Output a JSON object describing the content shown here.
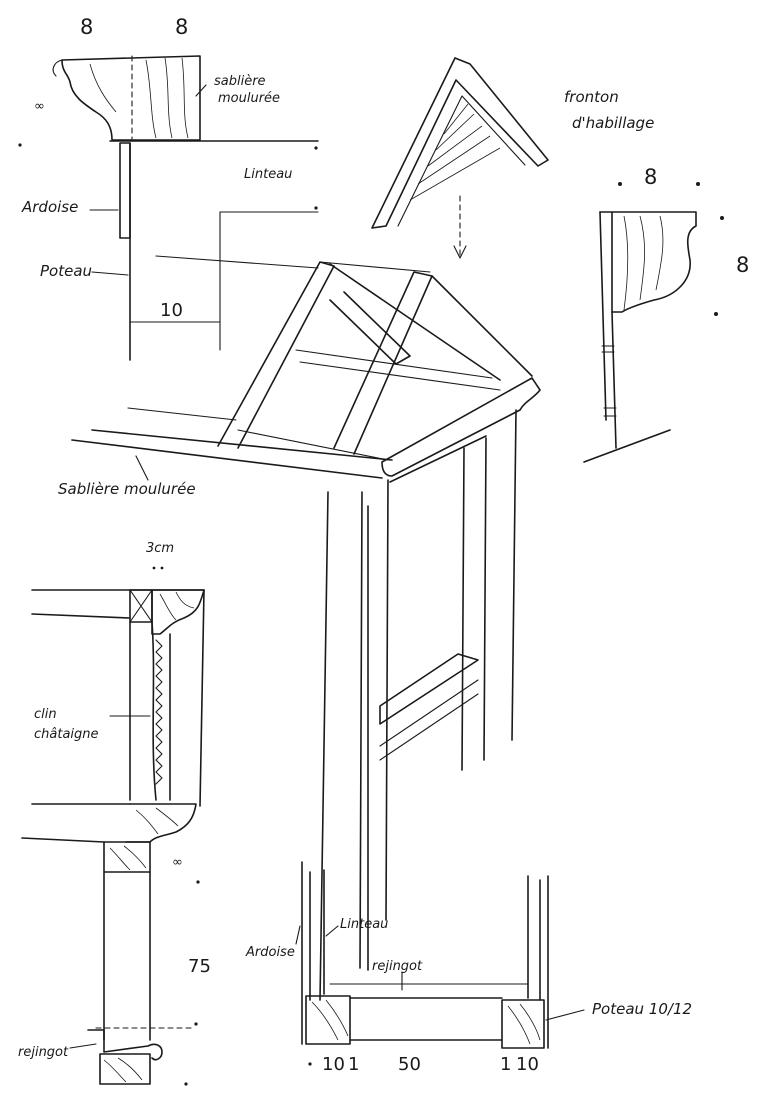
{
  "labels": {
    "sabliere_moulure_top_1": "sablière",
    "sabliere_moulure_top_2": "moulurée",
    "linteau_top": "Linteau",
    "ardoise_top": "Ardoise",
    "poteau_top": "Poteau",
    "dim_10_top": "10",
    "dim_8_a": "8",
    "dim_8_b": "8",
    "fronton_1": "fronton",
    "fronton_2": "d'habillage",
    "dim_8_right_top": "8",
    "dim_8_right_side": "8",
    "sabliere_bottom": "Sablière moulurée",
    "dim_3cm": "3cm",
    "clin_1": "clin",
    "clin_2": "châtaigne",
    "dim_75": "75",
    "rejingot_left": "rejingot",
    "linteau_bottom": "Linteau",
    "ardoise_bottom": "Ardoise",
    "rejingot_bottom": "rejingot",
    "poteau_bottom": "Poteau 10/12",
    "dim_bottom_10a": "10",
    "dim_bottom_1a": "1",
    "dim_bottom_50": "50",
    "dim_bottom_1b": "1",
    "dim_bottom_10b": "10"
  }
}
